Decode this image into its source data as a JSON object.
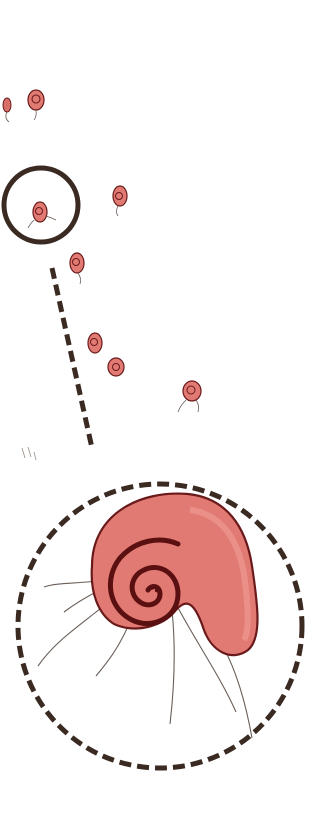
{
  "colors": {
    "background": "#ffffff",
    "outline_dark": "#3a2a22",
    "cell_fill": "#e27a74",
    "cell_fill_light": "#ef9a92",
    "cell_edge": "#6a1a1a",
    "flagella": "#6a5e58"
  },
  "icons": {
    "magnifier_small_circle": "circle-outline",
    "magnifier_large_circle": "dashed-circle",
    "connector": "dashed-line",
    "organism": "spiral-bacterium"
  }
}
